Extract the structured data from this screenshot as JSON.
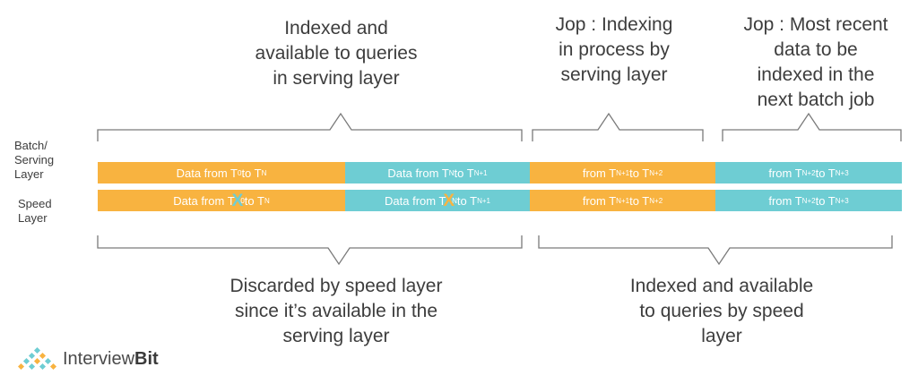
{
  "labels": {
    "top_left": "Indexed and\navailable to queries\nin serving layer",
    "top_mid": "Jop : Indexing\nin process by\nserving layer",
    "top_right": "Jop : Most recent\ndata to be\nindexed in the\nnext batch job",
    "bottom_left": "Discarded by speed layer\nsince it’s available in the\nserving layer",
    "bottom_right": "Indexed and available\nto queries by speed\nlayer"
  },
  "rows": {
    "batch": "Batch/\nServing\nLayer",
    "speed": "Speed\nLayer"
  },
  "segments": {
    "s1": {
      "prefix": "Data from T",
      "sub_a": "0",
      "mid": " to T",
      "sub_b": "N"
    },
    "s2": {
      "prefix": "Data from T",
      "sub_a": "N",
      "mid": " to T",
      "sub_b": "N+1"
    },
    "s3": {
      "prefix": "from T",
      "sub_a": "N+1",
      "mid": " to T",
      "sub_b": "N+2"
    },
    "s4": {
      "prefix": "from T",
      "sub_a": "N+2",
      "mid": " to T",
      "sub_b": "N+3"
    },
    "x_mark": "X"
  },
  "colors": {
    "orange": "#f8b340",
    "teal": "#6ecdd3",
    "brace": "#7a7a7a"
  },
  "logo": {
    "text_regular": "Interview",
    "text_bold": "Bit",
    "icon": "diamond-grid-logo-icon"
  }
}
